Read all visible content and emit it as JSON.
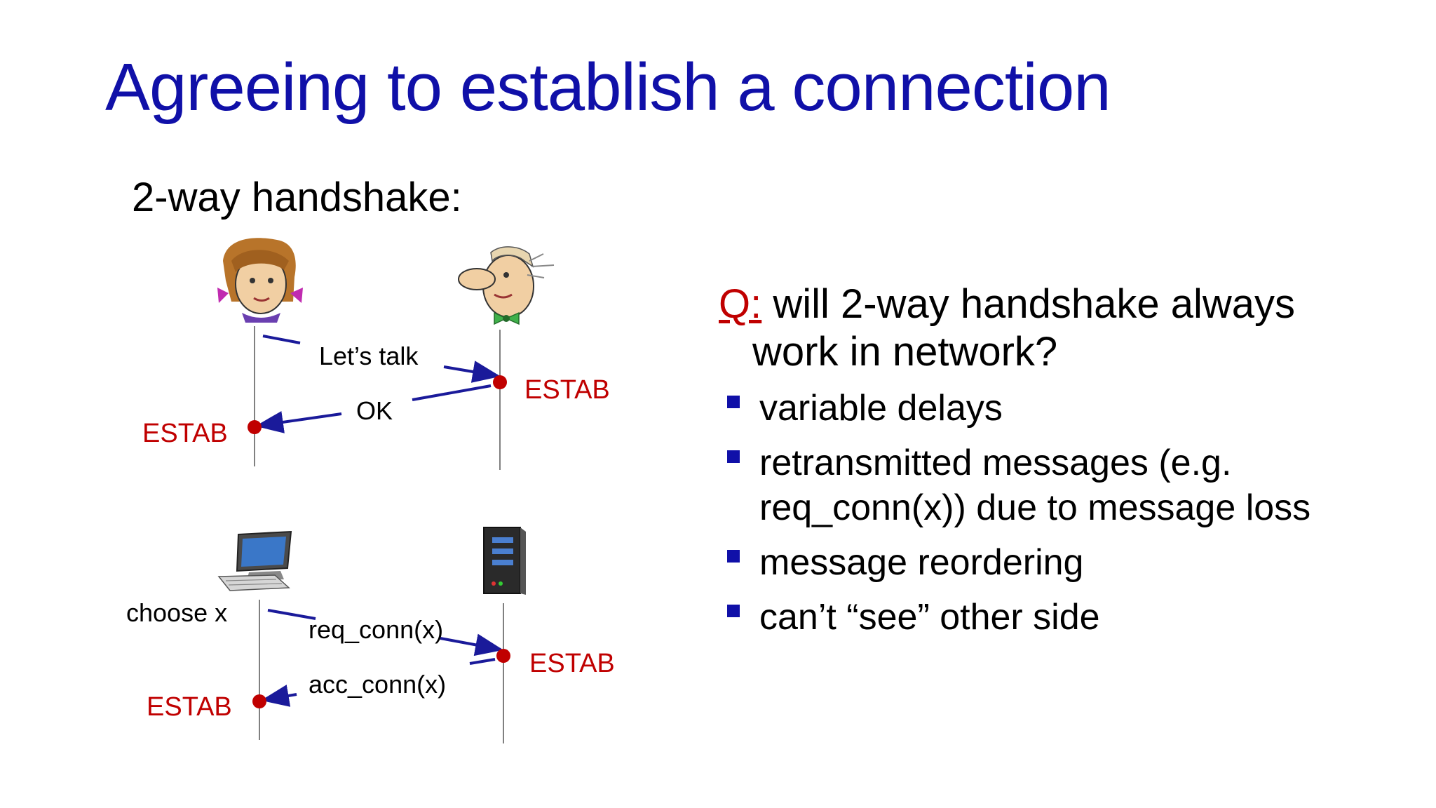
{
  "slide": {
    "title": "Agreeing to establish a connection",
    "subtitle": "2-way handshake:"
  },
  "diagram_top": {
    "message_1": "Let’s talk",
    "message_2": "OK",
    "estab_right": "ESTAB",
    "estab_left": "ESTAB"
  },
  "diagram_bottom": {
    "choose_label": "choose x",
    "message_1": "req_conn(x)",
    "message_2": "acc_conn(x)",
    "estab_right": "ESTAB",
    "estab_left": "ESTAB"
  },
  "question": {
    "q_mark": "Q:",
    "line1": " will 2-way handshake always",
    "line2": "work in network?"
  },
  "bullets": [
    "variable delays",
    "retransmitted messages (e.g. req_conn(x)) due to message loss",
    "message reordering",
    "can’t “see” other side"
  ],
  "colors": {
    "title_blue": "#1010a8",
    "estab_red": "#c00000",
    "arrow_navy": "#1a1a9a",
    "bullet_blue": "#1010a8"
  },
  "icons": [
    "woman-icon",
    "man-icon",
    "computer-icon",
    "server-icon"
  ]
}
